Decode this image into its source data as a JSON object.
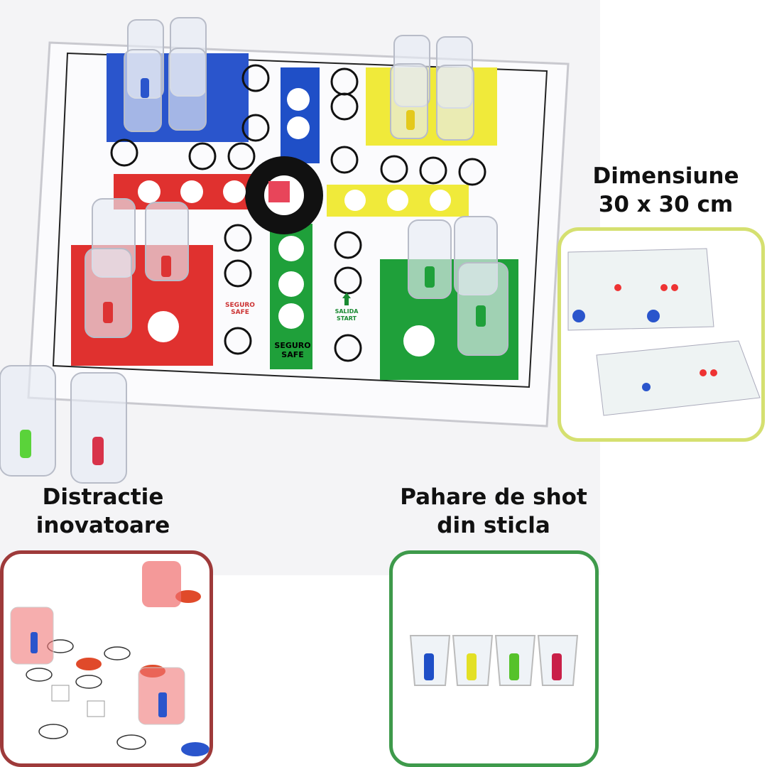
{
  "main_image": {
    "board_labels": {
      "safe_es": "SEGURO",
      "safe_en": "SAFE",
      "start_es": "SALIDA",
      "start_en": "START"
    }
  },
  "features": [
    {
      "title_line1": "Dimensiune",
      "title_line2": "30 x 30 cm",
      "border_color": "#d5e070"
    },
    {
      "title_line1": "Distractie",
      "title_line2": "inovatoare",
      "border_color": "#9e3a3a"
    },
    {
      "title_line1": "Pahare de shot",
      "title_line2": "din sticla",
      "border_color": "#3e9a4b"
    }
  ],
  "colors": {
    "blue": "#1f4fc7",
    "yellow": "#f0ea3a",
    "red": "#e0312f",
    "green": "#1fa03a"
  }
}
